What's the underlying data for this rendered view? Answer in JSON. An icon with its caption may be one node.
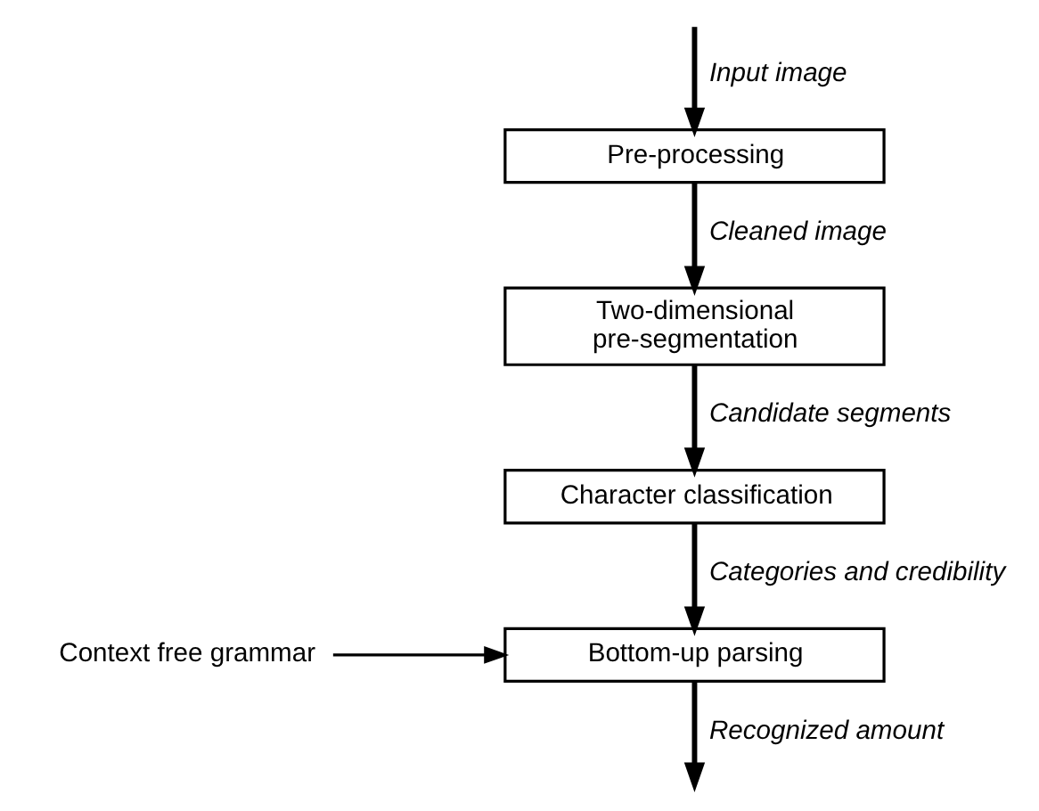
{
  "diagram": {
    "nodes": [
      {
        "text": [
          "Pre-processing"
        ]
      },
      {
        "text": [
          "Two-dimensional pre-segmentation"
        ]
      },
      {
        "text": [
          "Character classification"
        ]
      },
      {
        "text": [
          "Bottom-up parsing"
        ]
      },
      {
        "text": [
          "Context free grammar"
        ]
      }
    ],
    "edges": [
      {
        "from": null,
        "to": 0,
        "arrow": "to",
        "label": "Input image"
      },
      {
        "from": 0,
        "to": 1,
        "arrow": "to",
        "label": "Cleaned image"
      },
      {
        "from": 1,
        "to": 2,
        "arrow": "to",
        "label": "Candidate segments"
      },
      {
        "from": 2,
        "to": 3,
        "arrow": "to",
        "label": "Categories and credibility"
      },
      {
        "from": 3,
        "to": null,
        "arrow": "to",
        "label": "Recognized amount"
      },
      {
        "from": 4,
        "to": 3,
        "arrow": "to"
      }
    ]
  }
}
